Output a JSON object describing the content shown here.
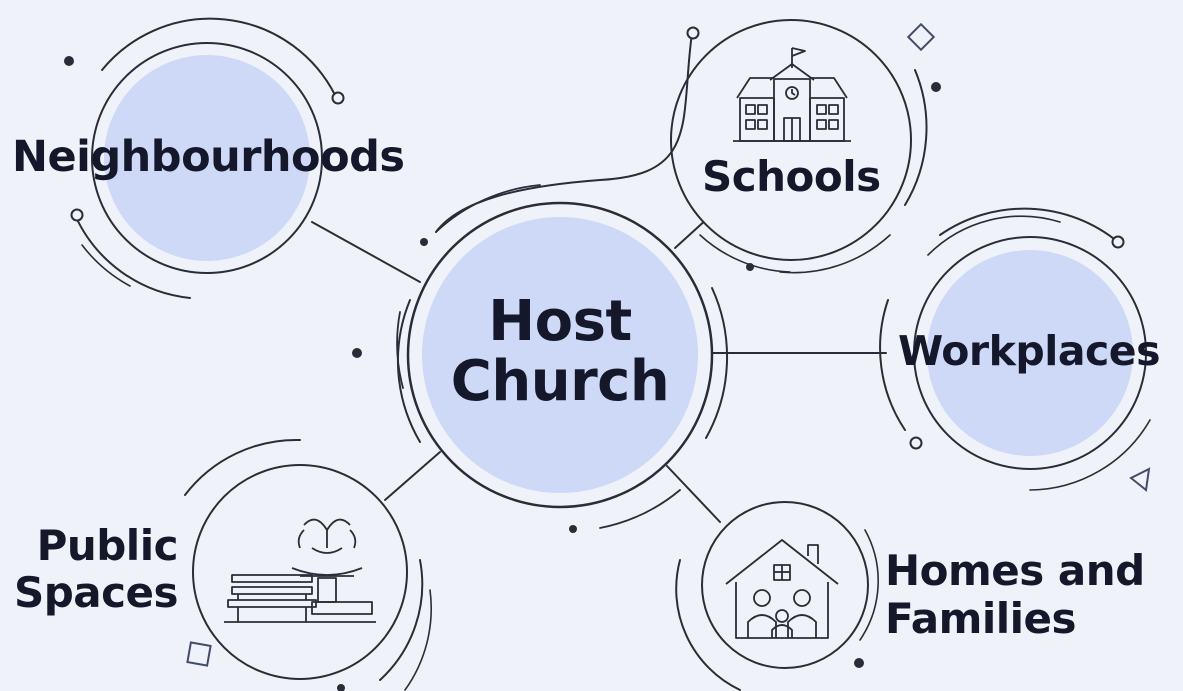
{
  "hub": {
    "line1": "Host",
    "line2": "Church"
  },
  "nodes": {
    "neighbourhoods": {
      "label": "Neighbourhoods"
    },
    "schools": {
      "label": "Schools"
    },
    "workplaces": {
      "label": "Workplaces"
    },
    "public_spaces": {
      "line1": "Public",
      "line2": "Spaces"
    },
    "homes": {
      "line1": "Homes and",
      "line2": "Families"
    }
  },
  "colors": {
    "background": "#eff3f9",
    "fill": "#cdd9f7",
    "stroke": "#2a2d39",
    "text": "#14182a"
  }
}
